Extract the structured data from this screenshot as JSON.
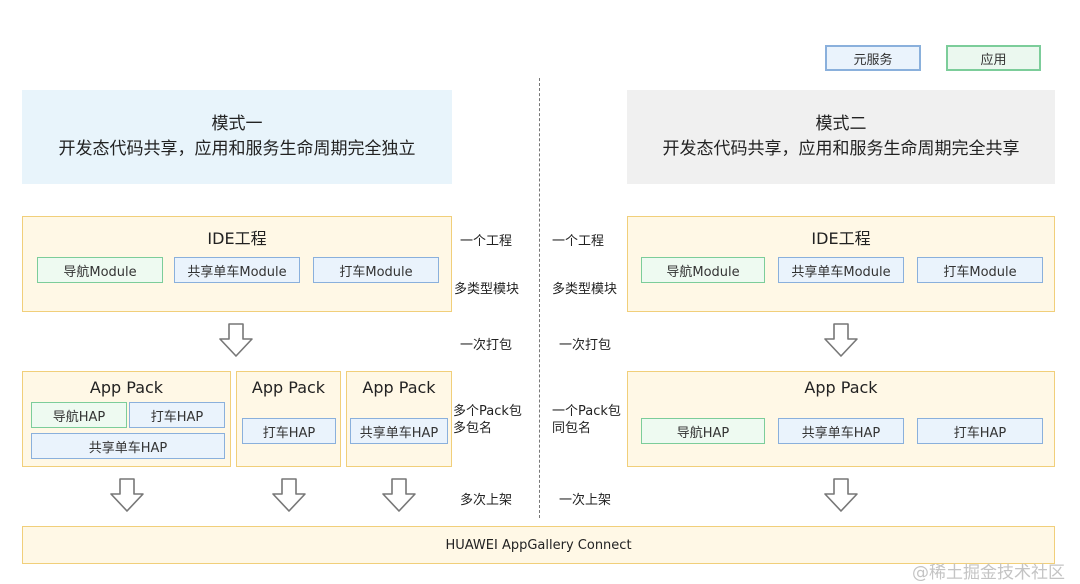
{
  "legend": {
    "service": "元服务",
    "app": "应用"
  },
  "left": {
    "mode_title": "模式一",
    "mode_desc": "开发态代码共享，应用和服务生命周期完全独立",
    "ide_title": "IDE工程",
    "modules": [
      "导航Module",
      "共享单车Module",
      "打车Module"
    ],
    "packs": [
      {
        "title": "App Pack",
        "haps": [
          "导航HAP",
          "打车HAP",
          "共享单车HAP"
        ]
      },
      {
        "title": "App Pack",
        "haps": [
          "打车HAP"
        ]
      },
      {
        "title": "App Pack",
        "haps": [
          "共享单车HAP"
        ]
      }
    ],
    "labels": {
      "project": "一个工程",
      "module_type": "多类型模块",
      "pack_once": "一次打包",
      "pack_multi_1": "多个Pack包",
      "pack_multi_2": "多包名",
      "release": "多次上架"
    }
  },
  "right": {
    "mode_title": "模式二",
    "mode_desc": "开发态代码共享，应用和服务生命周期完全共享",
    "ide_title": "IDE工程",
    "modules": [
      "导航Module",
      "共享单车Module",
      "打车Module"
    ],
    "pack": {
      "title": "App Pack",
      "haps": [
        "导航HAP",
        "共享单车HAP",
        "打车HAP"
      ]
    },
    "labels": {
      "project": "一个工程",
      "module_type": "多类型模块",
      "pack_once": "一次打包",
      "pack_single_1": "一个Pack包",
      "pack_single_2": "同包名",
      "release": "一次上架"
    }
  },
  "gallery": "HUAWEI AppGallery Connect",
  "watermark": "@稀土掘金技术社区"
}
